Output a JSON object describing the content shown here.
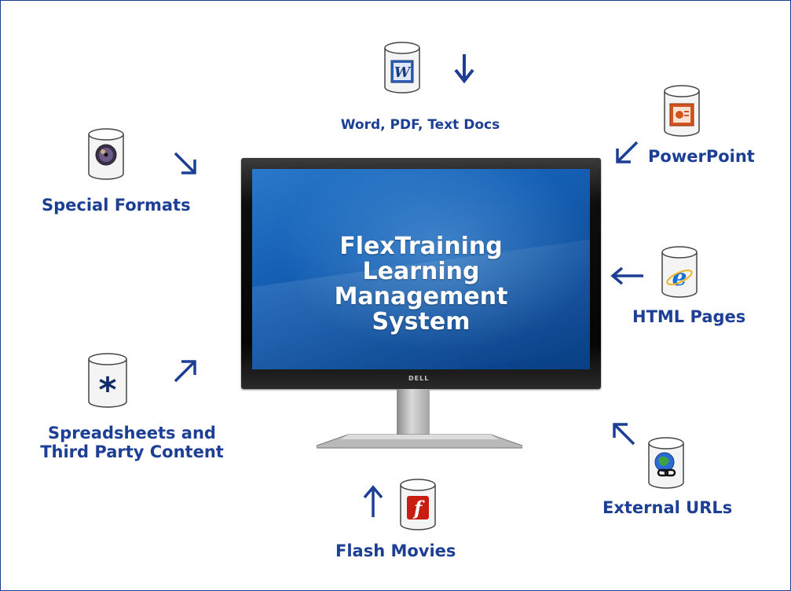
{
  "center": {
    "lines": [
      "FlexTraining",
      "Learning",
      "Management",
      "System"
    ],
    "brand": "DELL"
  },
  "sources": {
    "word": {
      "label": "Word, PDF, Text Docs",
      "icon": "word-document-icon"
    },
    "powerpoint": {
      "label": "PowerPoint",
      "icon": "powerpoint-icon"
    },
    "special": {
      "label": "Special Formats",
      "icon": "media-disc-icon"
    },
    "html": {
      "label": "HTML Pages",
      "icon": "internet-explorer-icon"
    },
    "spreadsheets": {
      "label_line1": "Spreadsheets and",
      "label_line2": "Third Party Content",
      "icon": "asterisk-icon"
    },
    "external": {
      "label": "External URLs",
      "icon": "globe-link-icon"
    },
    "flash": {
      "label": "Flash Movies",
      "icon": "flash-icon"
    }
  },
  "colors": {
    "label": "#1c3f95",
    "arrow": "#1c3f95",
    "screen": "#1560b5",
    "frame_border": "#1e3f8c"
  }
}
